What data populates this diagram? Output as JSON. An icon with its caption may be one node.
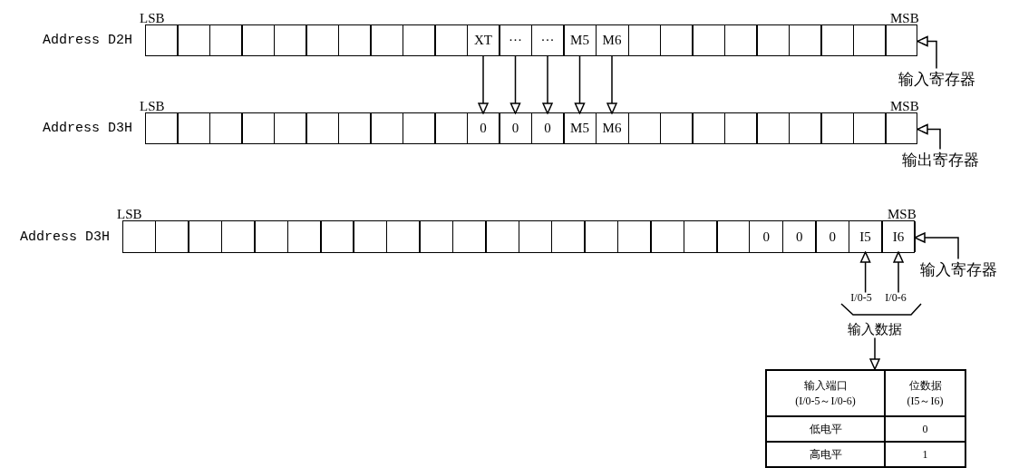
{
  "diagram": {
    "nodes": [
      {
        "text": [
          "Address D2H"
        ],
        "beside": [
          "LSB",
          "MSB"
        ]
      },
      {
        "text": [
          "XT"
        ],
        "in": 0
      },
      {
        "text": [
          "···"
        ],
        "in": 0
      },
      {
        "text": [
          "···"
        ],
        "in": 0
      },
      {
        "text": [
          "M5"
        ],
        "in": 0
      },
      {
        "text": [
          "M6"
        ],
        "in": 0
      },
      {
        "text": [
          "Address D3H"
        ],
        "beside": [
          "LSB",
          "MSB"
        ]
      },
      {
        "text": [
          "0"
        ],
        "in": 6
      },
      {
        "text": [
          "0"
        ],
        "in": 6
      },
      {
        "text": [
          "0"
        ],
        "in": 6
      },
      {
        "text": [
          "M5"
        ],
        "in": 6
      },
      {
        "text": [
          "M6"
        ],
        "in": 6
      },
      {
        "text": [
          "输入寄存器"
        ]
      },
      {
        "text": [
          "输出寄存器"
        ]
      },
      {
        "text": [
          "Address D3H"
        ],
        "beside": [
          "LSB",
          "MSB"
        ]
      },
      {
        "text": [
          "0"
        ],
        "in": 14
      },
      {
        "text": [
          "0"
        ],
        "in": 14
      },
      {
        "text": [
          "0"
        ],
        "in": 14
      },
      {
        "text": [
          "I5"
        ],
        "in": 14
      },
      {
        "text": [
          "I6"
        ],
        "in": 14
      },
      {
        "text": [
          "输入寄存器"
        ]
      },
      {
        "text": [
          "I/0-5"
        ]
      },
      {
        "text": [
          "I/0-6"
        ]
      },
      {
        "text": [
          "输入数据"
        ]
      },
      {
        "text": [
          "输入端口 (I/0-5～I/0-6)",
          "位数据 (I5～I6)",
          "低电平",
          "0",
          "高电平",
          "1"
        ]
      }
    ],
    "edges": [
      {
        "from": 1,
        "to": 7,
        "arrow": "to"
      },
      {
        "from": 2,
        "to": 8,
        "arrow": "to"
      },
      {
        "from": 3,
        "to": 9,
        "arrow": "to"
      },
      {
        "from": 4,
        "to": 10,
        "arrow": "to"
      },
      {
        "from": 5,
        "to": 11,
        "arrow": "to"
      },
      {
        "from": 12,
        "to": 0,
        "arrow": "to"
      },
      {
        "from": 13,
        "to": 6,
        "arrow": "to"
      },
      {
        "from": 20,
        "to": 14,
        "arrow": "to"
      },
      {
        "from": 21,
        "to": 18,
        "arrow": "to"
      },
      {
        "from": 22,
        "to": 19,
        "arrow": "to"
      },
      {
        "from": 23,
        "to": 24,
        "arrow": "to"
      }
    ]
  }
}
